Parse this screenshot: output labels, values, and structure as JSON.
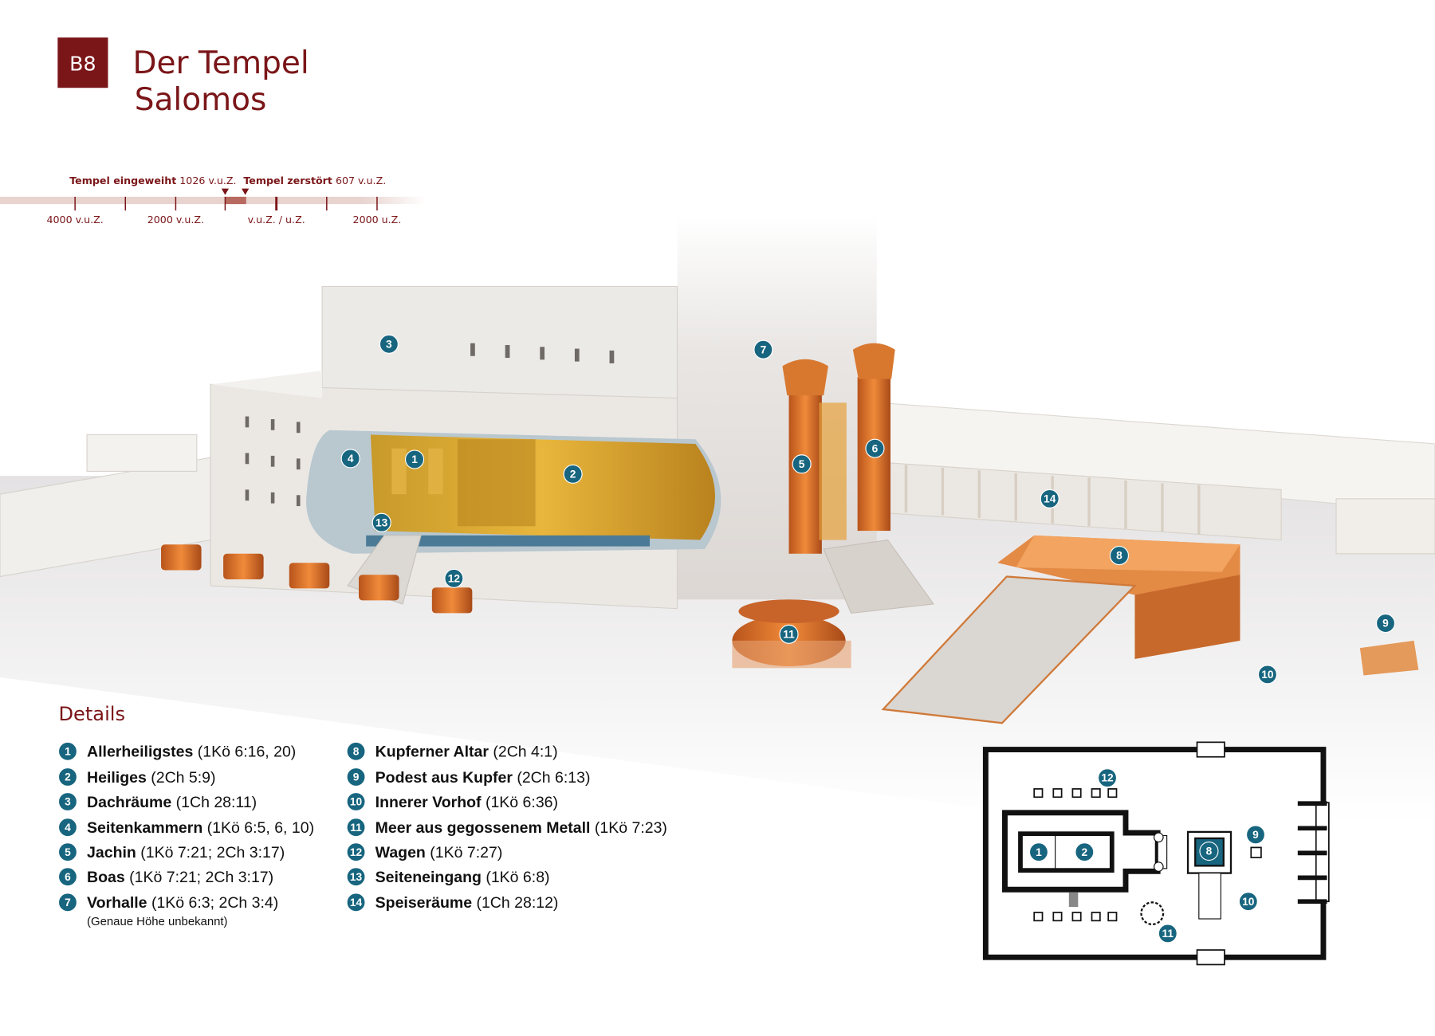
{
  "badge": "B8",
  "title": [
    "Der Tempel",
    "Salomos"
  ],
  "timeline": {
    "events": [
      {
        "label": "Tempel eingeweiht",
        "year": "1026 v.u.Z."
      },
      {
        "label": "Tempel zerstört",
        "year": "607 v.u.Z."
      }
    ],
    "ticks": [
      "4000 v.u.Z.",
      "2000 v.u.Z.",
      "v.u.Z. / u.Z.",
      "2000 u.Z."
    ]
  },
  "details_heading": "Details",
  "details": [
    {
      "n": "1",
      "name": "Allerheiligstes",
      "ref": "(1Kö 6:16, 20)"
    },
    {
      "n": "2",
      "name": "Heiliges",
      "ref": "(2Ch 5:9)"
    },
    {
      "n": "3",
      "name": "Dachräume",
      "ref": "(1Ch 28:11)"
    },
    {
      "n": "4",
      "name": "Seitenkammern",
      "ref": "(1Kö 6:5, 6, 10)"
    },
    {
      "n": "5",
      "name": "Jachin",
      "ref": "(1Kö 7:21; 2Ch 3:17)"
    },
    {
      "n": "6",
      "name": "Boas",
      "ref": "(1Kö 7:21; 2Ch 3:17)"
    },
    {
      "n": "7",
      "name": "Vorhalle",
      "ref": "(1Kö 6:3; 2Ch 3:4)",
      "note": "(Genaue Höhe unbekannt)"
    },
    {
      "n": "8",
      "name": "Kupferner Altar",
      "ref": "(2Ch 4:1)"
    },
    {
      "n": "9",
      "name": "Podest aus Kupfer",
      "ref": "(2Ch 6:13)"
    },
    {
      "n": "10",
      "name": "Innerer Vorhof",
      "ref": "(1Kö 6:36)"
    },
    {
      "n": "11",
      "name": "Meer aus gegossenem Metall",
      "ref": "(1Kö 7:23)"
    },
    {
      "n": "12",
      "name": "Wagen",
      "ref": "(1Kö 7:27)"
    },
    {
      "n": "13",
      "name": "Seiteneingang",
      "ref": "(1Kö 6:8)"
    },
    {
      "n": "14",
      "name": "Speiseräume",
      "ref": "(1Ch 28:12)"
    }
  ],
  "colors": {
    "accent": "#7a1518",
    "marker": "#17657f",
    "copper": "#e0823a",
    "gold": "#d9a42a"
  }
}
